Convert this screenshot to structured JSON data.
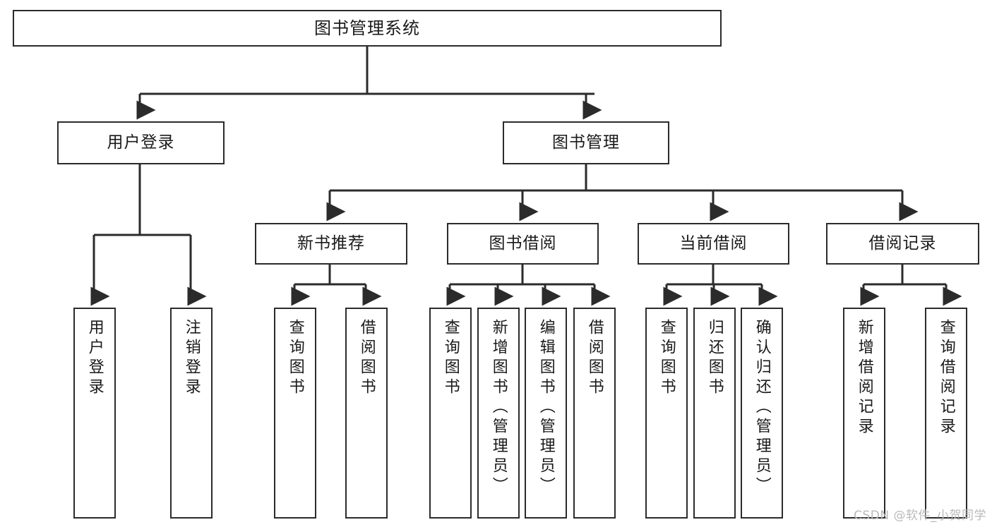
{
  "diagram": {
    "title": "图书管理系统",
    "watermark": "CSDN @软件_小贺同学",
    "colors": {
      "stroke": "#2b2b2b",
      "background": "#ffffff",
      "text": "#1a1a1a",
      "watermark": "#b9b9b9"
    },
    "root": {
      "label": "图书管理系统"
    },
    "level1": [
      {
        "label": "用户登录"
      },
      {
        "label": "图书管理"
      }
    ],
    "level2": [
      {
        "label": "新书推荐"
      },
      {
        "label": "图书借阅"
      },
      {
        "label": "当前借阅"
      },
      {
        "label": "借阅记录"
      }
    ],
    "leaves": {
      "user_login": [
        {
          "label": "用户登录"
        },
        {
          "label": "注销登录"
        }
      ],
      "new_book": [
        {
          "label": "查询图书"
        },
        {
          "label": "借阅图书"
        }
      ],
      "book_borrow": [
        {
          "label": "查询图书"
        },
        {
          "label": "新增图书（管理员）"
        },
        {
          "label": "编辑图书（管理员）"
        },
        {
          "label": "借阅图书"
        }
      ],
      "current_borrow": [
        {
          "label": "查询图书"
        },
        {
          "label": "归还图书"
        },
        {
          "label": "确认归还（管理员）"
        }
      ],
      "borrow_record": [
        {
          "label": "新增借阅记录"
        },
        {
          "label": "查询借阅记录"
        }
      ]
    }
  }
}
